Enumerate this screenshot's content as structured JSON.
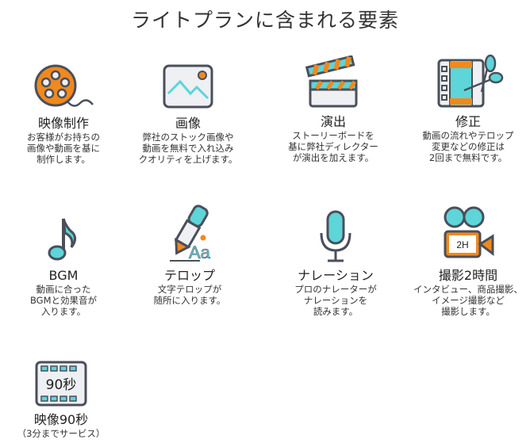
{
  "title": "ライトプランに含まれる要素",
  "colors": {
    "orange": "#F0891E",
    "teal": "#5DD5D9",
    "dark": "#4A4F5A",
    "light": "#EEF0F3"
  },
  "items": [
    {
      "icon": "film-reel-icon",
      "title": "映像制作",
      "desc": "お客様がお持ちの\n画像や動画を基に\n制作します。"
    },
    {
      "icon": "image-icon",
      "title": "画像",
      "desc": "弊社のストック画像や\n動画を無料で入れ込み\nクオリティを上げます。"
    },
    {
      "icon": "clapperboard-icon",
      "title": "演出",
      "desc": "ストーリーボードを\n基に弊社ディレクター\nが演出を加えます。"
    },
    {
      "icon": "film-scissors-icon",
      "title": "修正",
      "desc": "動画の流れやテロップ\n変更などの修正は\n2回まで無料です。"
    },
    {
      "icon": "music-note-icon",
      "title": "BGM",
      "desc": "動画に合った\nBGMと効果音が\n入ります。"
    },
    {
      "icon": "pen-text-icon",
      "title": "テロップ",
      "desc": "文字テロップが\n随所に入ります。",
      "icon_text": "Aa"
    },
    {
      "icon": "microphone-icon",
      "title": "ナレーション",
      "desc": "プロのナレーターが\nナレーションを\n読みます。"
    },
    {
      "icon": "video-camera-icon",
      "title": "撮影2時間",
      "desc": "インタビュー、商品撮影、\nイメージ撮影など\n撮影します。",
      "icon_text": "2H"
    },
    {
      "icon": "film-strip-icon",
      "title": "映像90秒",
      "desc": "（3分までサービス）",
      "icon_text": "90秒"
    }
  ]
}
